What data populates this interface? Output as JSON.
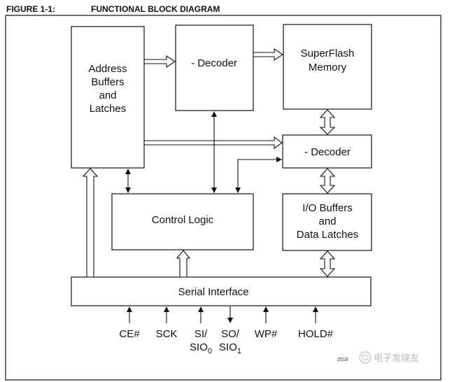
{
  "figure": {
    "number": "FIGURE 1-1:",
    "title": "FUNCTIONAL BLOCK DIAGRAM"
  },
  "blocks": {
    "address": [
      "Address",
      "Buffers",
      "and",
      "Latches"
    ],
    "x_decoder": "- Decoder",
    "superflash": [
      "SuperFlash",
      "Memory"
    ],
    "y_decoder": "- Decoder",
    "control_logic": "Control Logic",
    "io_buffers": [
      "I/O Buffers",
      "and",
      "Data Latches"
    ],
    "serial_interface": "Serial Interface"
  },
  "pins": {
    "ce": "CE#",
    "sck": "SCK",
    "si": {
      "line1": "SI/",
      "line2_main": "SIO",
      "line2_sub": "0"
    },
    "so": {
      "line1": "SO/",
      "line2_main": "SIO",
      "line2_sub": "1"
    },
    "wp": "WP#",
    "hold": "HOLD#"
  },
  "figure_code": "2516",
  "watermark": "电子发烧友"
}
